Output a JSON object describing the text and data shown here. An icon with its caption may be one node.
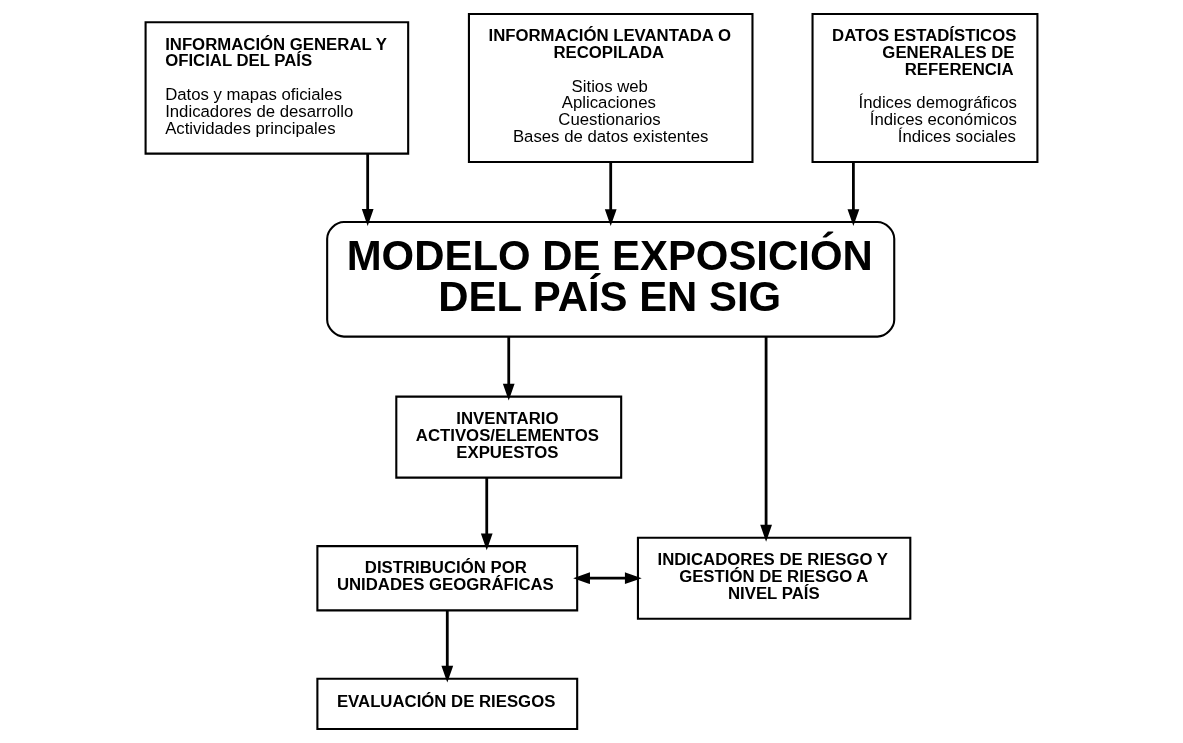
{
  "diagram": {
    "nodes": [
      {
        "text": [
          "INFORMACIÓN GENERAL Y OFICIAL DEL PAÍS",
          "Datos y mapas oficiales",
          "Indicadores de desarrollo",
          "Actividades principales"
        ]
      },
      {
        "text": [
          "INFORMACIÓN LEVANTADA O RECOPILADA",
          "Sitios web",
          "Aplicaciones",
          "Cuestionarios",
          "Bases de datos existentes"
        ]
      },
      {
        "text": [
          "DATOS ESTADÍSTICOS GENERALES DE REFERENCIA",
          "Índices demográficos",
          "Índices económicos",
          "Índices sociales"
        ]
      },
      {
        "text": [
          "MODELO DE EXPOSICIÓN DEL PAÍS EN SIG"
        ]
      },
      {
        "text": [
          "INVENTARIO ACTIVOS/ELEMENTOS EXPUESTOS"
        ]
      },
      {
        "text": [
          "DISTRIBUCIÓN POR UNIDADES GEOGRÁFICAS"
        ]
      },
      {
        "text": [
          "INDICADORES DE RIESGO Y GESTIÓN DE RIESGO A NIVEL PAÍS"
        ]
      },
      {
        "text": [
          "EVALUACIÓN DE RIESGOS"
        ]
      }
    ],
    "edges": [
      {
        "from": 0,
        "to": 3,
        "arrow": "to"
      },
      {
        "from": 1,
        "to": 3,
        "arrow": "to"
      },
      {
        "from": 2,
        "to": 3,
        "arrow": "to"
      },
      {
        "from": 3,
        "to": 4,
        "arrow": "to"
      },
      {
        "from": 3,
        "to": 6,
        "arrow": "to"
      },
      {
        "from": 4,
        "to": 5,
        "arrow": "to"
      },
      {
        "from": 5,
        "to": 6,
        "arrow": "both"
      },
      {
        "from": 5,
        "to": 7,
        "arrow": "to"
      }
    ]
  }
}
